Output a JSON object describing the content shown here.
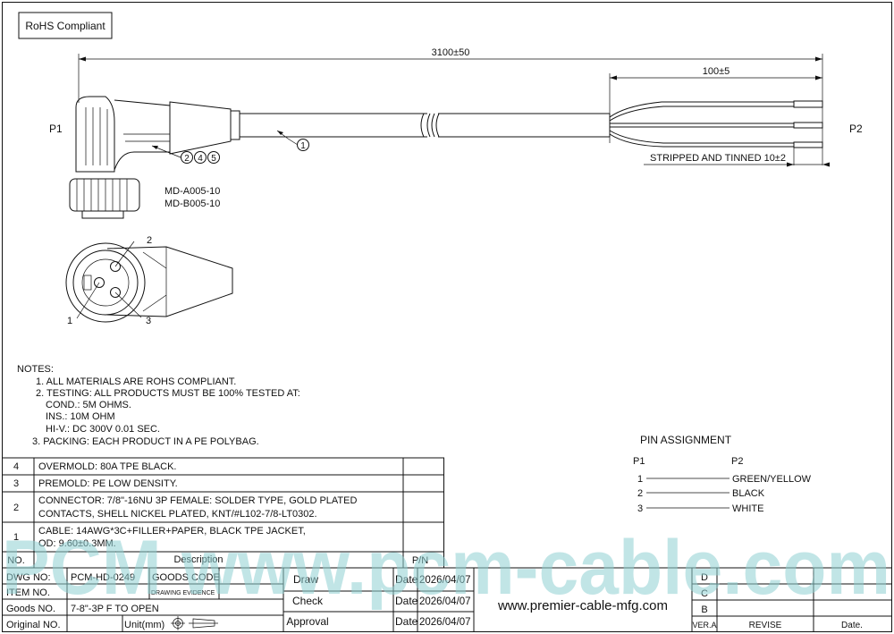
{
  "header": {
    "rohs_badge": "RoHS Compliant"
  },
  "drawing": {
    "p1": "P1",
    "p2": "P2",
    "overall_length": "3100±50",
    "strip_length": "100±5",
    "strip_note": "STRIPPED AND TINNED 10±2",
    "part_no_1": "MD-A005-10",
    "part_no_2": "MD-B005-10",
    "balloon_cable": "1",
    "balloons_overmold": [
      "2",
      "4",
      "5"
    ],
    "pin_labels": [
      "1",
      "2",
      "3"
    ]
  },
  "notes": {
    "title": "NOTES:",
    "lines": [
      "1. ALL MATERIALS ARE ROHS COMPLIANT.",
      "2. TESTING: ALL PRODUCTS MUST BE 100% TESTED AT:",
      "COND.: 5M OHMS.",
      "INS.: 10M OHM",
      "HI-V.: DC 300V 0.01 SEC.",
      "3. PACKING: EACH PRODUCT IN A PE POLYBAG."
    ]
  },
  "pin_assignment": {
    "title": "PIN  ASSIGNMENT",
    "col_p1": "P1",
    "col_p2": "P2",
    "rows": [
      {
        "pin": "1",
        "wire": "GREEN/YELLOW"
      },
      {
        "pin": "2",
        "wire": "BLACK"
      },
      {
        "pin": "3",
        "wire": "WHITE"
      }
    ]
  },
  "bom": {
    "rows": [
      {
        "no": "4",
        "desc": [
          "OVERMOLD: 80A TPE BLACK."
        ]
      },
      {
        "no": "3",
        "desc": [
          "PREMOLD: PE LOW DENSITY."
        ]
      },
      {
        "no": "2",
        "desc": [
          "CONNECTOR: 7/8\"-16NU 3P FEMALE: SOLDER TYPE, GOLD PLATED",
          "CONTACTS, SHELL NICKEL PLATED, KNT/#L102-7/8-LT0302."
        ]
      },
      {
        "no": "1",
        "desc": [
          "CABLE: 14AWG*3C+FILLER+PAPER, BLACK TPE JACKET,",
          "OD: 9.60±0.3MM."
        ]
      }
    ],
    "header_no": "NO.",
    "header_desc": "Description",
    "header_pn": "P/N"
  },
  "title_block": {
    "dwg_no_label": "DWG NO:",
    "dwg_no_value": "PCM-HD-0249",
    "goods_code_label": "GOODS CODE",
    "item_no_label": "ITEM NO.",
    "drawing_evidence_label": "DRAWING EVIDENCE",
    "goods_no_label": "Goods NO.",
    "goods_no_value": "7-8\"-3P F TO OPEN",
    "original_no_label": "Original NO.",
    "unit_label": "Unit(mm)",
    "draw_label": "Draw",
    "check_label": "Check",
    "approval_label": "Approval",
    "date_label": "Date",
    "draw_date": "2026/04/07",
    "check_date": "2026/04/07",
    "approval_date": "2026/04/07",
    "website": "www.premier-cable-mfg.com",
    "rev_letters": [
      "D",
      "C",
      "B"
    ],
    "rev_header": "VER.A",
    "revise_header": "REVISE",
    "date_header": "Date."
  },
  "watermark": {
    "text": "PCM www.pcm-cable.com"
  },
  "colors": {
    "watermark": "#8fd0d3",
    "line": "#111111"
  }
}
